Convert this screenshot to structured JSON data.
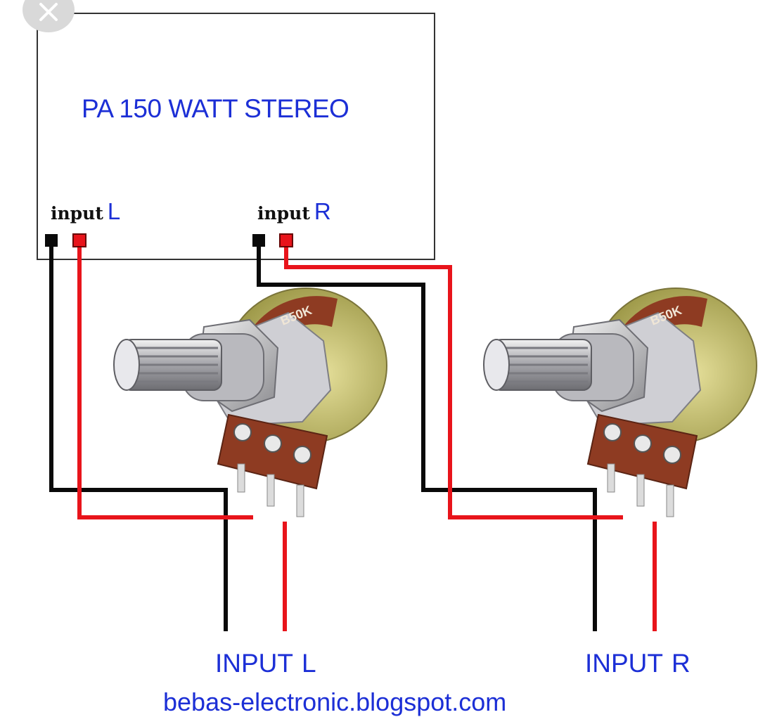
{
  "close_icon_name": "close-icon",
  "amplifier": {
    "title": "PA 150 WATT STEREO",
    "input_left": {
      "prefix": "input",
      "channel": "L"
    },
    "input_right": {
      "prefix": "input",
      "channel": "R"
    }
  },
  "potentiometers": [
    {
      "marking": "B50K"
    },
    {
      "marking": "B50K"
    }
  ],
  "bottom_inputs": [
    {
      "prefix": "INPUT",
      "channel": "L"
    },
    {
      "prefix": "INPUT",
      "channel": "R"
    }
  ],
  "watermark": "bebas-electronic.blogspot.com",
  "colors": {
    "label_blue": "#1c2fd6",
    "wire_red": "#e8141b",
    "wire_black": "#0a0a0a",
    "pot_body": "#c9c06a",
    "pot_metal": "#c0c0c4",
    "pot_terminal": "#8e3b22"
  }
}
